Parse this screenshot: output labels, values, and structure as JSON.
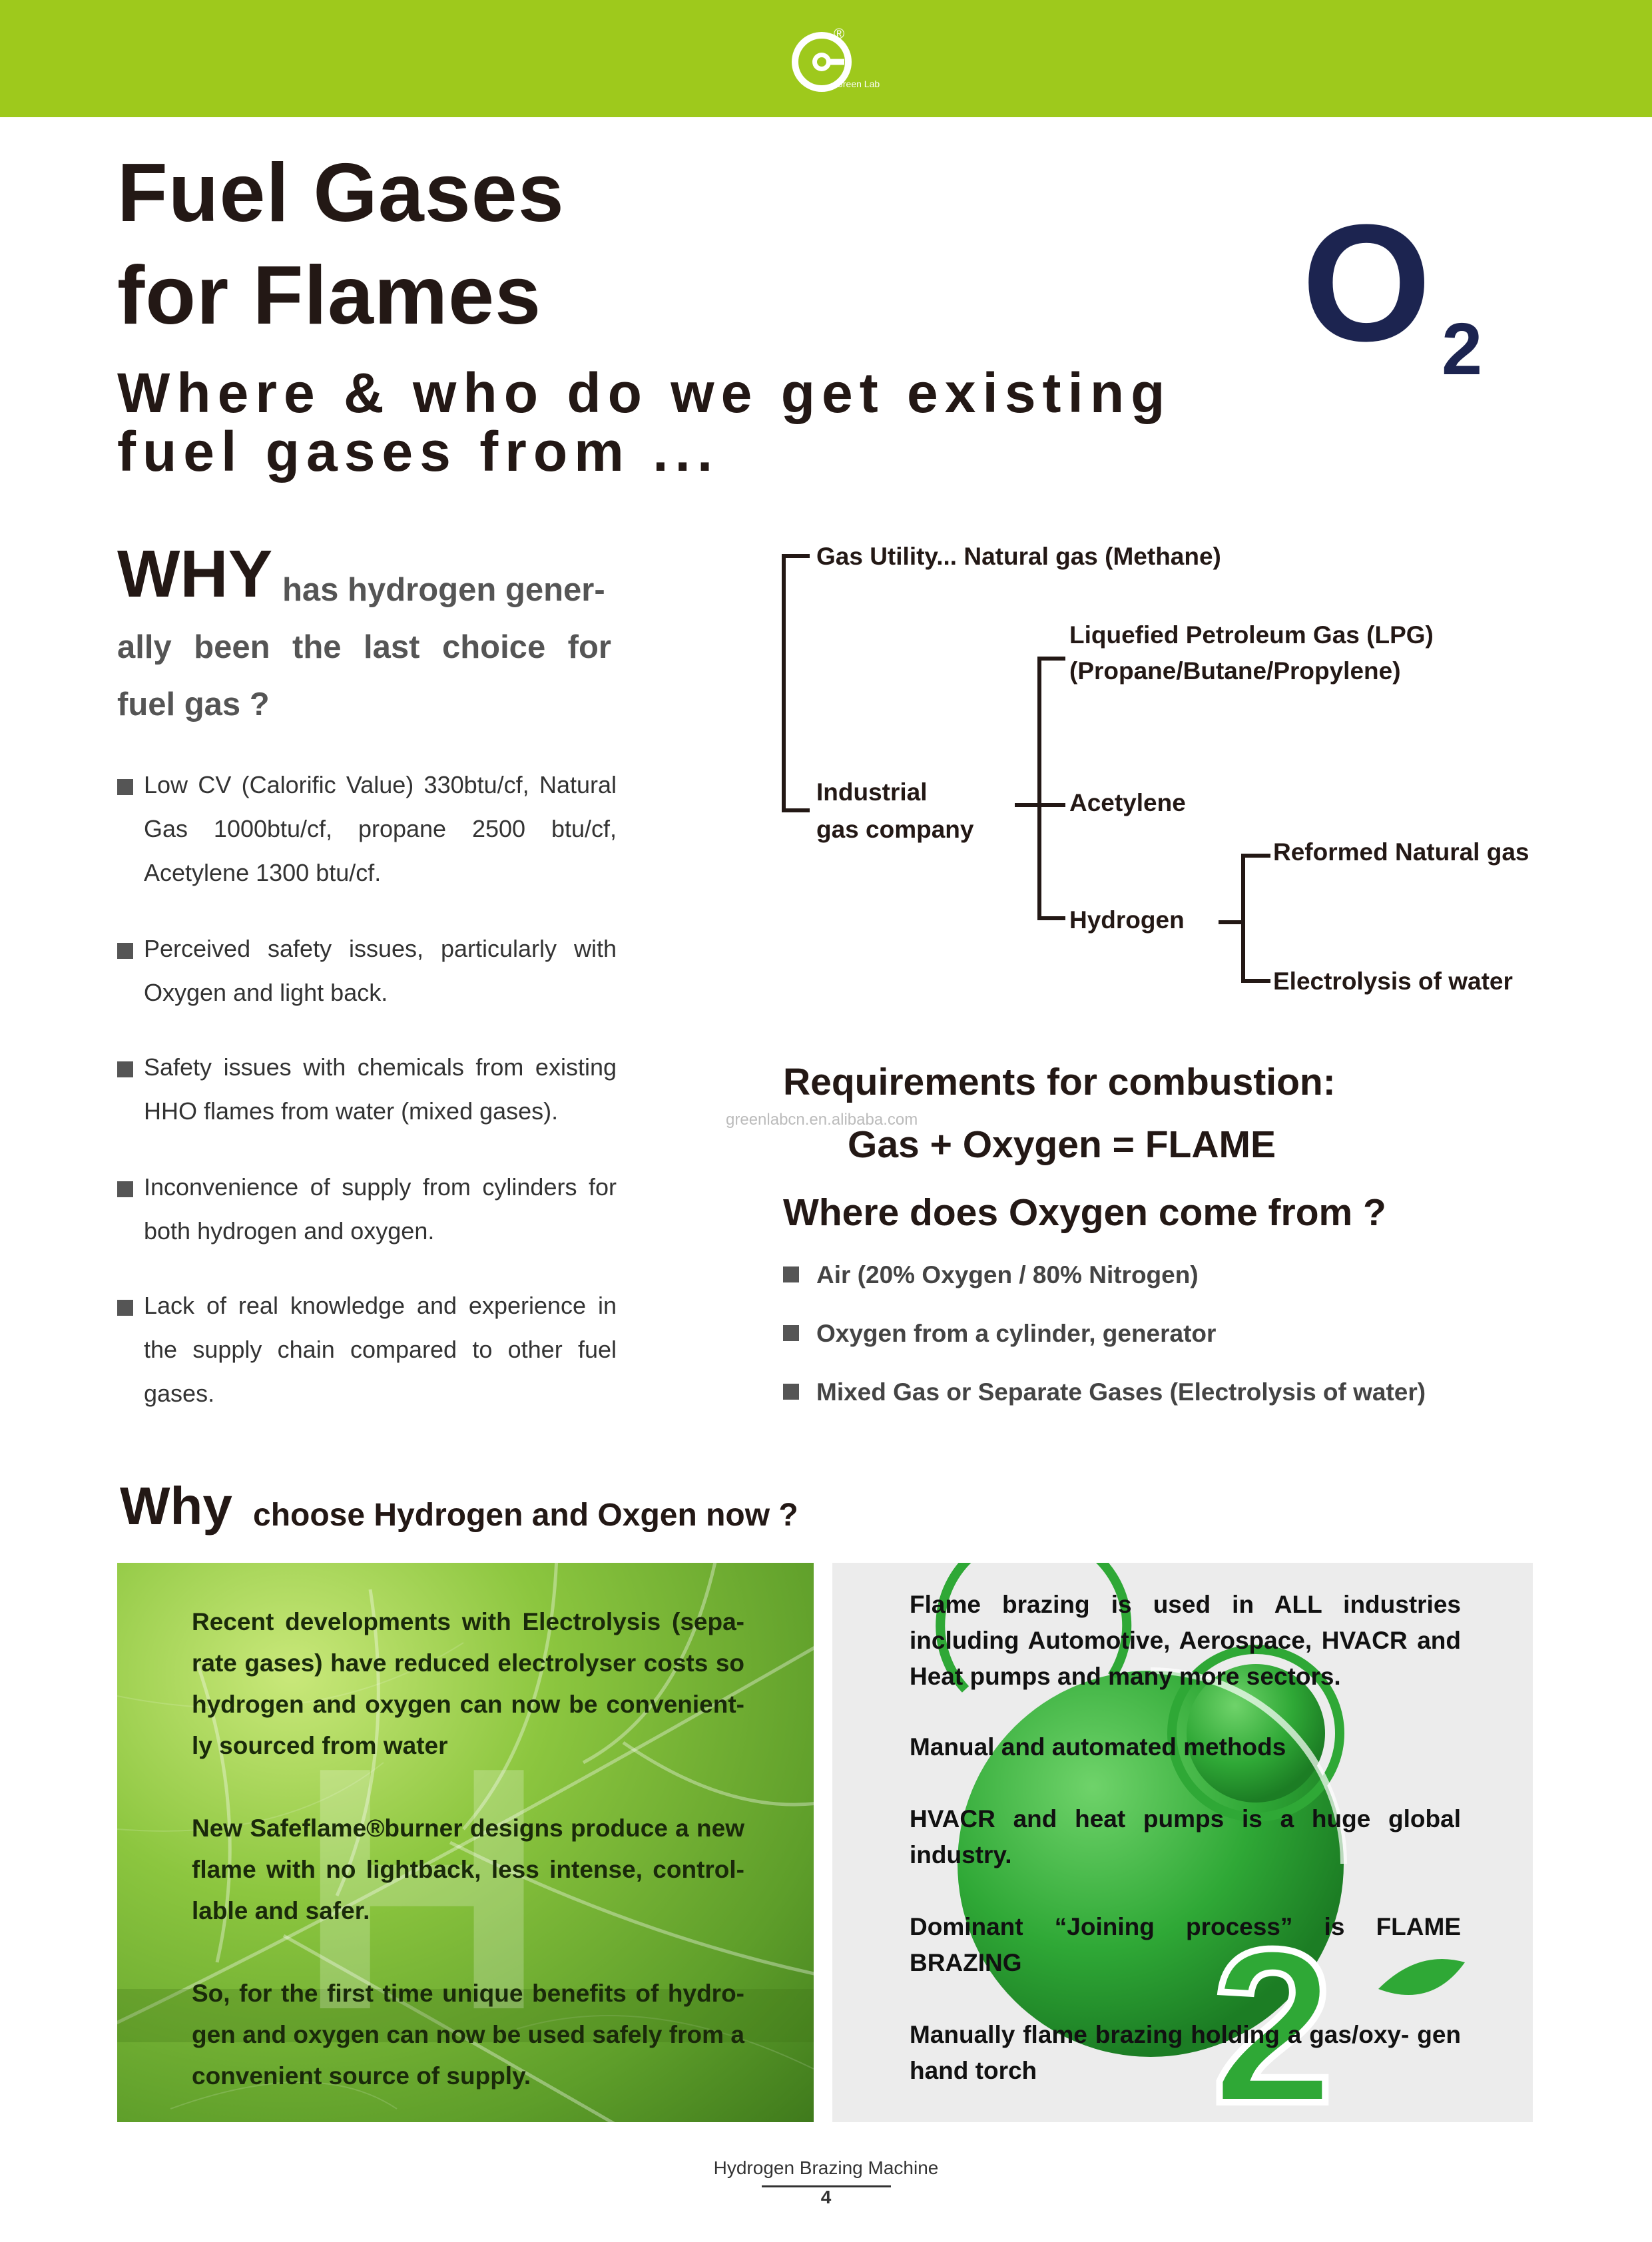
{
  "header": {
    "brand_mark": "®",
    "brand_name": "Green Lab",
    "accent_color": "#9ec91c",
    "logo_icon": "green-lab-logo-icon"
  },
  "title": {
    "line1": "Fuel Gases",
    "line2": "for Flames",
    "sub_line1": "Where & who do we get existing",
    "sub_line2": "fuel gases from ...",
    "o2_letter": "O",
    "o2_sub": "2"
  },
  "why": {
    "word": "WHY",
    "q_line1": "has hydrogen gener-",
    "q_line2": "ally been the last choice for",
    "q_line3": "fuel gas ?",
    "bullets": [
      "Low CV (Calorific Value) 330btu/cf, Natural Gas 1000btu/cf, propane 2500 btu/cf, Acetylene 1300 btu/cf.",
      "Perceived safety issues, particularly with Oxygen and light back.",
      "Safety issues with chemicals from existing HHO flames from water (mixed gases).",
      "Inconvenience of supply from cylinders for both hydrogen and oxygen.",
      "Lack of real knowledge and experience in the supply chain compared to other fuel gases."
    ]
  },
  "tree": {
    "gas_utility": "Gas Utility... Natural gas (Methane)",
    "industrial_line1": "Industrial",
    "industrial_line2": "gas company",
    "lpg_line1": "Liquefied Petroleum Gas (LPG)",
    "lpg_line2": "(Propane/Butane/Propylene)",
    "acetylene": "Acetylene",
    "hydrogen": "Hydrogen",
    "reformed": "Reformed Natural gas",
    "electrolysis": "Electrolysis of water"
  },
  "combustion": {
    "requirements": "Requirements for combustion:",
    "watermark": "greenlabcn.en.alibaba.com",
    "formula": "Gas + Oxygen = FLAME",
    "where_question": "Where does Oxygen come from ?",
    "sources": [
      "Air (20% Oxygen / 80% Nitrogen)",
      "Oxygen from a cylinder, generator",
      "Mixed Gas or Separate Gases (Electrolysis of water)"
    ]
  },
  "why_choose": {
    "word": "Why",
    "rest": "choose Hydrogen and Oxgen now ?",
    "leaf_h2": "H",
    "leaf_paragraphs": [
      "Recent developments with Electrolysis (sepa- rate gases) have reduced electrolyser costs so hydrogen and oxygen can now be convenient- ly sourced from water",
      "New Safeflame®burner designs produce a new flame with no lightback, less intense, control- lable and safer.",
      "So, for the first time unique benefits of hydro- gen and oxygen can now be used safely from a convenient source of supply."
    ],
    "right_paragraphs": [
      "Flame brazing is used in ALL industries including Automotive, Aerospace, HVACR and Heat pumps and many more sectors.",
      "Manual and automated methods",
      "HVACR and heat pumps is a huge global industry.",
      "Dominant “Joining process” is FLAME BRAZING",
      "Manually flame brazing holding a gas/oxy- gen hand torch"
    ],
    "green_color": "#2fa836"
  },
  "footer": {
    "title": "Hydrogen Brazing Machine",
    "page": "4"
  }
}
